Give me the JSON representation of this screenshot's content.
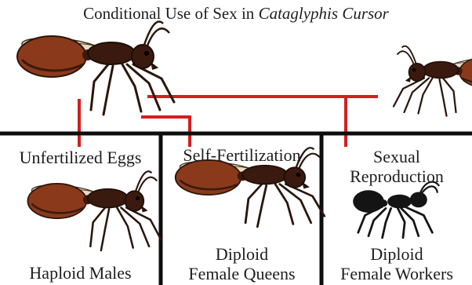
{
  "title": {
    "prefix": "Conditional Use of Sex in ",
    "species": "Cataglyphis Cursor"
  },
  "labels": {
    "unfertilized": "Unfertilized Eggs",
    "self_fert": "Self-Fertilization",
    "sexual_line1": "Sexual",
    "sexual_line2": "Reproduction",
    "haploid": "Haploid Males",
    "queens_line1": "Diploid",
    "queens_line2": "Female Queens",
    "workers_line1": "Diploid",
    "workers_line2": "Female Workers"
  },
  "colors": {
    "connector": "#d21f1f",
    "divider": "#0d0d0d",
    "ant_body": "#3a1a0e",
    "ant_gaster": "#8a3a1a",
    "ant_legs": "#2a160c",
    "wing": "#efe6cf",
    "worker_body": "#141414"
  },
  "icons": [
    "ant-queen-icon",
    "ant-male-icon",
    "ant-worker-icon"
  ]
}
